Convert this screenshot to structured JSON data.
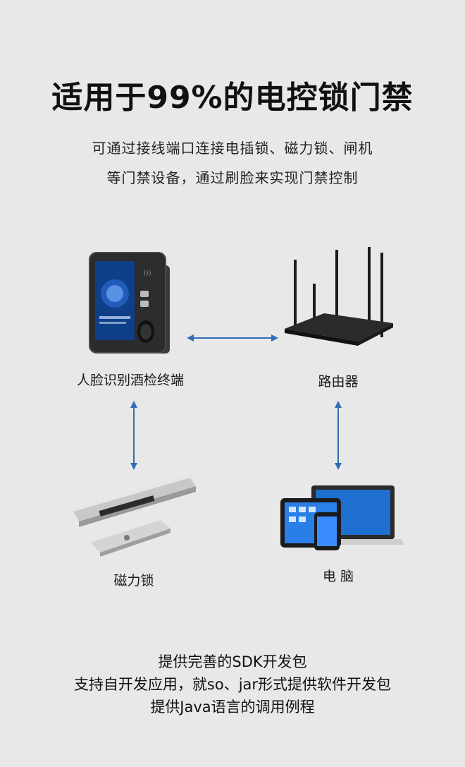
{
  "header": {
    "title": "适用于99%的电控锁门禁",
    "subtitle_line1": "可通过接线端口连接电插锁、磁力锁、闸机",
    "subtitle_line2": "等门禁设备，通过刷脸来实现门禁控制"
  },
  "nodes": {
    "terminal": "人脸识别酒检终端",
    "router": "路由器",
    "maglock": "磁力锁",
    "computer": "电 脑"
  },
  "footer": {
    "line1": "提供完善的SDK开发包",
    "line2": "支持自开发应用，就so、jar形式提供软件开发包",
    "line3": "提供Java语言的调用例程"
  },
  "colors": {
    "background": "#e8e8e8",
    "arrow": "#2f6eb5"
  }
}
